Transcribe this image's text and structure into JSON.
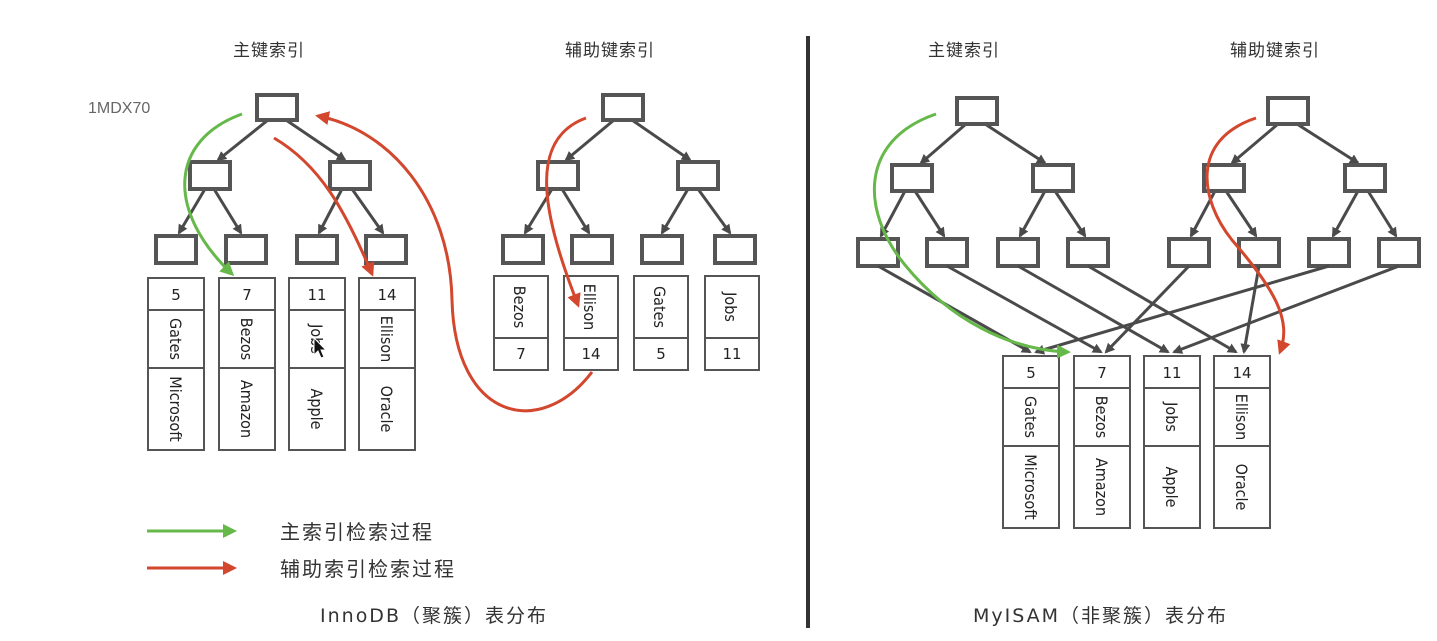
{
  "watermark": "1MDX70",
  "innodb": {
    "primary_title": "主键索引",
    "secondary_title": "辅助键索引",
    "caption": "InnoDB（聚簇）表分布",
    "primary_rows": [
      {
        "key": "5",
        "name": "Gates",
        "company": "Microsoft"
      },
      {
        "key": "7",
        "name": "Bezos",
        "company": "Amazon"
      },
      {
        "key": "11",
        "name": "Jobs",
        "company": "Apple"
      },
      {
        "key": "14",
        "name": "Ellison",
        "company": "Oracle"
      }
    ],
    "secondary_rows": [
      {
        "name": "Bezos",
        "key": "7"
      },
      {
        "name": "Ellison",
        "key": "14"
      },
      {
        "name": "Gates",
        "key": "5"
      },
      {
        "name": "Jobs",
        "key": "11"
      }
    ]
  },
  "myisam": {
    "primary_title": "主键索引",
    "secondary_title": "辅助键索引",
    "caption": "MyISAM（非聚簇）表分布",
    "rows": [
      {
        "key": "5",
        "name": "Gates",
        "company": "Microsoft"
      },
      {
        "key": "7",
        "name": "Bezos",
        "company": "Amazon"
      },
      {
        "key": "11",
        "name": "Jobs",
        "company": "Apple"
      },
      {
        "key": "14",
        "name": "Ellison",
        "company": "Oracle"
      }
    ]
  },
  "legend": {
    "primary": "主索引检索过程",
    "secondary": "辅助索引检索过程"
  },
  "colors": {
    "primary_path": "#66b84a",
    "secondary_path": "#d2472d",
    "divider": "#333333"
  }
}
